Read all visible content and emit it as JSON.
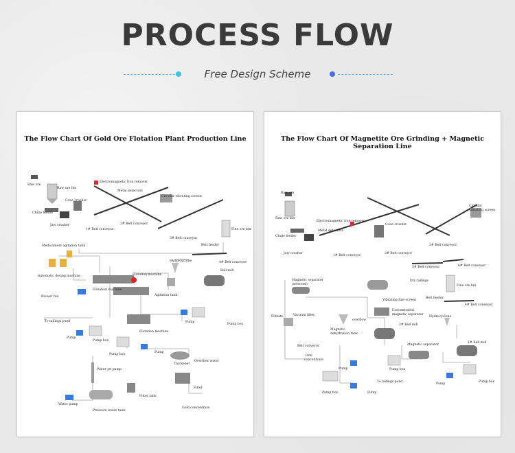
{
  "header": {
    "title": "PROCESS FLOW",
    "subtitle": "Free Design Scheme",
    "accent_left": "#3fc2e6",
    "accent_right": "#4a6ee0"
  },
  "left_panel": {
    "title": "The Flow Chart Of Gold Ore Flotation Plant Production Line",
    "labels": {
      "raw_ore": "Raw ore",
      "raw_ore_bin": "Raw ore bin",
      "electromagnetic": "Electromagnetic iron remover",
      "metal_detectors": "Metal detectors",
      "cone_crusher": "Cone crusher",
      "circular_screen": "Circular vibrating screen",
      "chute_feeder": "Chute feeder",
      "jaw_crusher": "Jaw crusher",
      "belt1": "1# Belt conveyor",
      "belt2": "2# Belt conveyor",
      "belt3": "3# Belt conveyor",
      "fine_ore_bin": "Fine ore bin",
      "belt_feeder": "Belt feeder",
      "medicament_tank": "Medicament agitation tank",
      "hydrocyclone": "Hydrocyclone",
      "belt4": "4# Belt conveyor",
      "auto_dosing": "Automatic dosing machine",
      "flotation_machine_a": "Flotation machine",
      "flotation_machine_b": "Flotation machine",
      "ball_mill": "Ball mill",
      "blower_fan": "Blower fan",
      "agitation_tank": "Agitation tank",
      "pump_a": "Pump",
      "pump_box_a": "Pump box",
      "to_tailings": "To tailings pond",
      "flotation_machine_c": "Flotation machine",
      "pump_b": "Pump",
      "pump_box_b": "Pump box",
      "pump_box_c": "Pump box",
      "pump_c": "Pump",
      "thickener": "Thickener",
      "overflow_water": "Overflow water",
      "water_jet_pump": "Water jet pump",
      "filter": "Filter",
      "filter_tank": "Filter tank",
      "water_pump": "Water pump",
      "pressure_tank": "Pressure water tank",
      "gold_concentrate": "Gold concentrate"
    }
  },
  "right_panel": {
    "title": "The Flow Chart Of Magnetite Ore Grinding + Magnetic Separation Line",
    "labels": {
      "raw_ore": "Raw ore",
      "raw_ore_bin": "Raw ore bin",
      "electromagnetic": "Electromagnetic iron remover",
      "metal_detectors": "Metal detectors",
      "cone_crusher": "Cone crusher",
      "circular_screen_1": "Circular",
      "circular_screen_2": "vibrating screen",
      "chute_feeder": "Chute feeder",
      "jaw_crusher": "Jaw crusher",
      "belt1": "1# Belt conveyor",
      "belt2": "2# Belt conveyor",
      "belt3": "3# Belt conveyor",
      "belt5": "5# Belt conveyor",
      "belt6": "6# Belt conveyor",
      "dry_tailings": "Dry tailings",
      "fine_ore_bin": "Fine ore bin",
      "belt_feeder": "Belt feeder",
      "belt4": "4# Belt conveyor",
      "mag_sep_selected_1": "Magnetic separator",
      "mag_sep_selected_2": "(selected)",
      "vibrating_fine": "Vibrating fine screen",
      "concentrated_1": "Concentrated",
      "concentrated_2": "magnetic separator",
      "filtrate": "Filtrate",
      "vacuum_filter": "Vacuum filter",
      "overflow": "overflow",
      "ball_mill_2": "2# Ball mill",
      "hydrocyclone": "Hydrocyclone",
      "dehydration_1": "Magnetic",
      "dehydration_2": "dehydration tank",
      "magnetic_separator": "Magnetic separator",
      "ball_mill_1": "1# Ball mill",
      "belt_conveyor": "Belt conveyor",
      "iron_1": "Iron",
      "iron_2": "concentrate",
      "pump_a": "Pump",
      "pump_box_a": "Pump box",
      "pump_b": "Pump",
      "pump_box_b": "Pump box",
      "to_tailings": "To tailings pond",
      "pump_box_c": "Pump box",
      "pump_c": "Pump"
    }
  }
}
